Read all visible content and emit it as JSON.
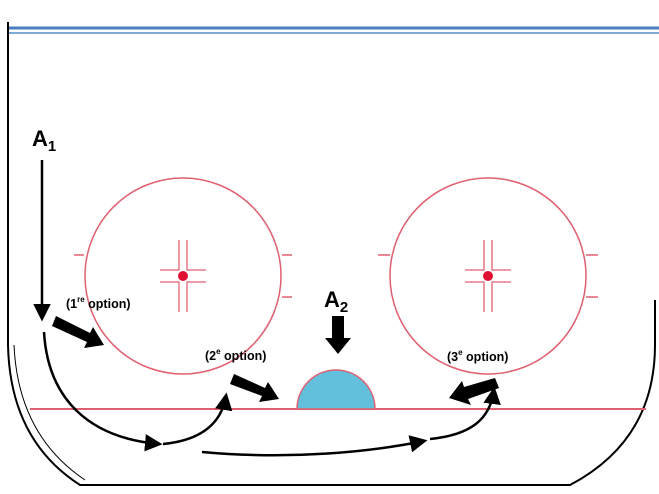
{
  "labels": {
    "a1": {
      "main": "A",
      "sub": "1"
    },
    "a2": {
      "main": "A",
      "sub": "2"
    },
    "option1": {
      "pre": "(1",
      "sup": "re",
      "post": " option)"
    },
    "option2": {
      "pre": "(2",
      "sup": "e",
      "post": " option)"
    },
    "option3": {
      "pre": "(3",
      "sup": "e",
      "post": " option)"
    }
  },
  "colors": {
    "water_surface": "#4a7fbd",
    "vessel": "#000000",
    "rings": "#e06070",
    "centers": "#e01030",
    "obstacle_fill": "#63c0dd",
    "obstacle_stroke": "#e06070",
    "arrows": "#000000"
  }
}
